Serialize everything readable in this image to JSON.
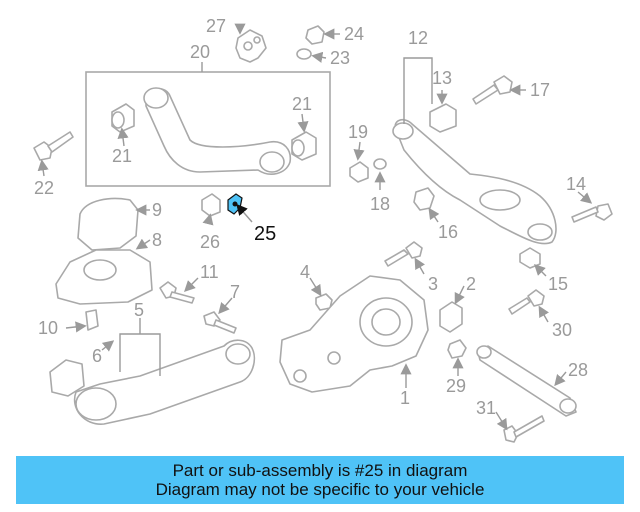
{
  "diagram": {
    "callouts": {
      "c1": "1",
      "c2": "2",
      "c3": "3",
      "c4": "4",
      "c5": "5",
      "c6": "6",
      "c7": "7",
      "c8": "8",
      "c9": "9",
      "c10": "10",
      "c11": "11",
      "c12": "12",
      "c13": "13",
      "c14": "14",
      "c15": "15",
      "c16": "16",
      "c17": "17",
      "c18": "18",
      "c19": "19",
      "c20": "20",
      "c21a": "21",
      "c21b": "21",
      "c22": "22",
      "c23": "23",
      "c24": "24",
      "c25": "25",
      "c26": "26",
      "c27": "27",
      "c28": "28",
      "c29": "29",
      "c30": "30",
      "c31": "31"
    },
    "highlight_part": "25",
    "highlight_color": "#4fc3f7"
  },
  "banner": {
    "line1": "Part or sub-assembly is #25 in diagram",
    "line2": "Diagram may not be specific to your vehicle",
    "background": "#4fc3f7"
  }
}
